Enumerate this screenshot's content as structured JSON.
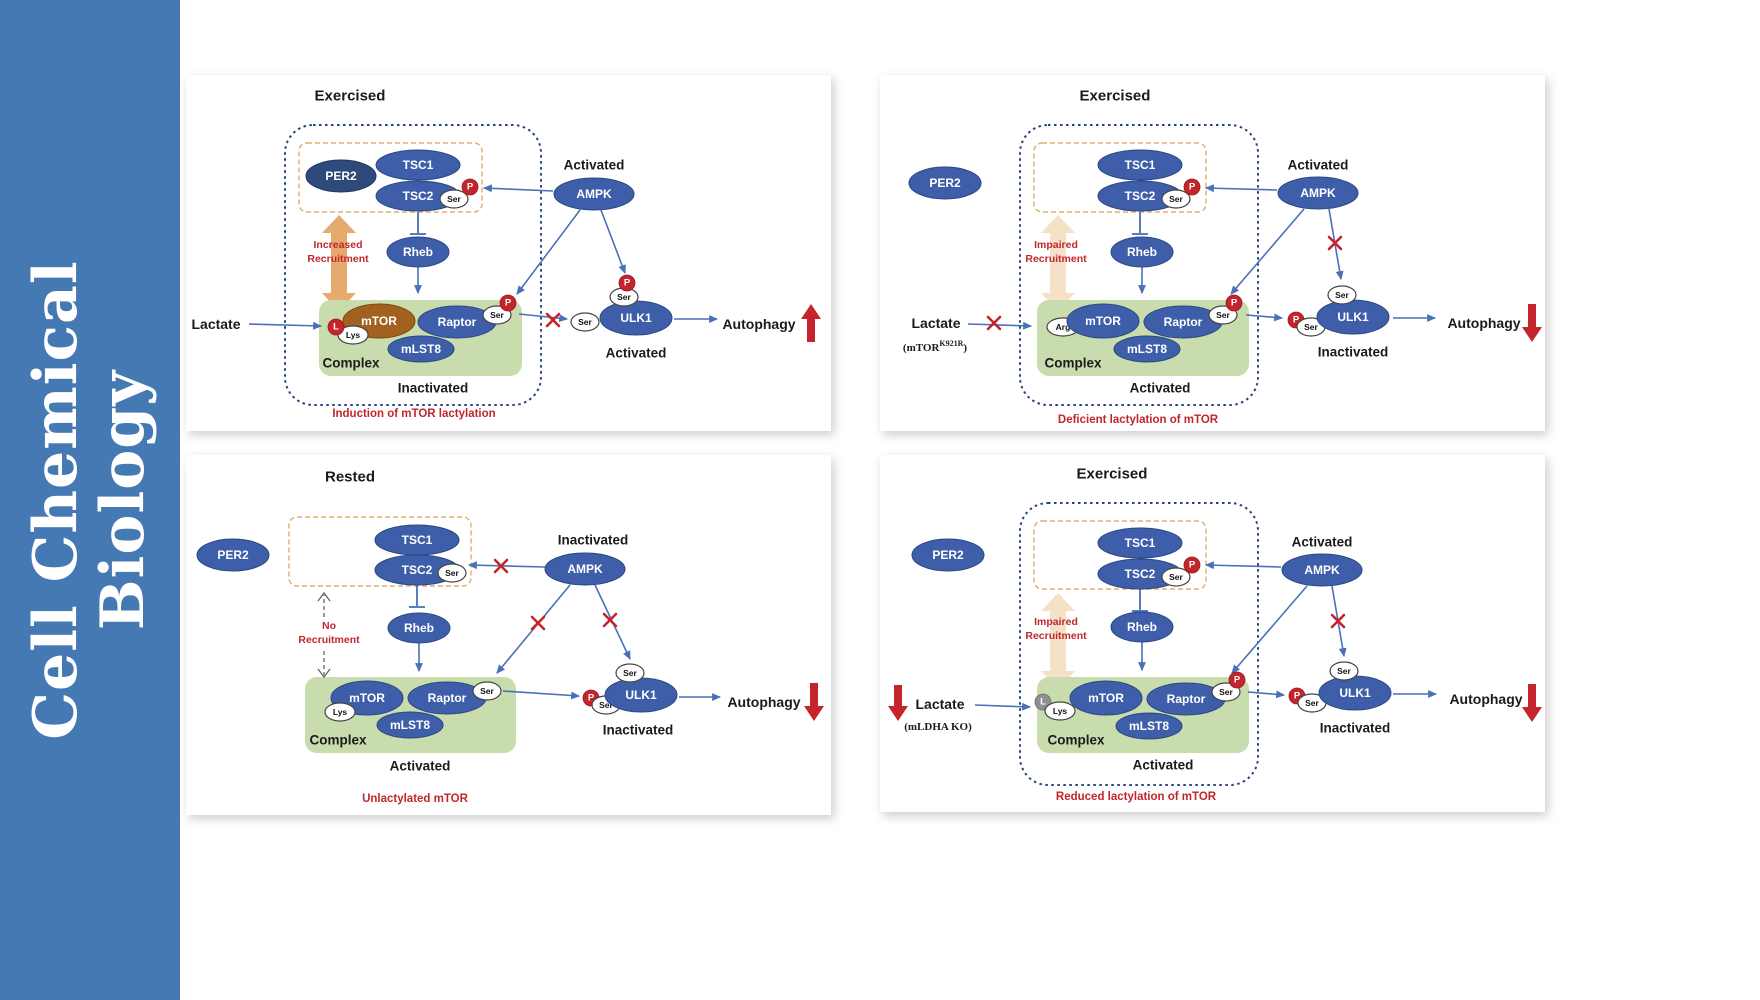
{
  "journal": {
    "line1": "Cell Chemical",
    "line2": "Biology"
  },
  "colors": {
    "sidebar_blue": "#4579b4",
    "node_blue": "#3f5ea9",
    "per2_dark_blue": "#2e4a7a",
    "mtor_brown": "#a2611e",
    "complex_green": "#c9dcae",
    "phospho_red": "#c4242b",
    "caption_red": "#c0272d",
    "recruitment_orange": "#e7aa6e",
    "arrow_blue": "#4a70b8",
    "boundary_navy": "#27447e"
  },
  "panels": {
    "p0": {
      "condition": "Exercised",
      "per2": "PER2",
      "tsc1": "TSC1",
      "tsc2": "TSC2",
      "ser": "Ser",
      "p": "P",
      "ampk": "AMPK",
      "ampk_state": "Activated",
      "rheb": "Rheb",
      "recruit_line1": "Increased",
      "recruit_line2": "Recruitment",
      "lactate": "Lactate",
      "l_badge": "L",
      "lys": "Lys",
      "mtor": "mTOR",
      "raptor": "Raptor",
      "mlst8": "mLST8",
      "complex": "Complex",
      "complex_state": "Inactivated",
      "ulk1": "ULK1",
      "ulk1_state": "Activated",
      "autophagy": "Autophagy",
      "caption": "Induction of mTOR lactylation"
    },
    "p1": {
      "condition": "Exercised",
      "per2": "PER2",
      "tsc1": "TSC1",
      "tsc2": "TSC2",
      "ser": "Ser",
      "p": "P",
      "ampk": "AMPK",
      "ampk_state": "Activated",
      "rheb": "Rheb",
      "recruit_line1": "Impaired",
      "recruit_line2": "Recruitment",
      "lactate": "Lactate",
      "lactate_sub_pre": "(mTOR",
      "lactate_sub_sup": "K921R",
      "lactate_sub_post": ")",
      "arg": "Arg",
      "mtor": "mTOR",
      "raptor": "Raptor",
      "mlst8": "mLST8",
      "complex": "Complex",
      "complex_state": "Activated",
      "ulk1": "ULK1",
      "ulk1_state": "Inactivated",
      "autophagy": "Autophagy",
      "caption": "Deficient lactylation of mTOR"
    },
    "p2": {
      "condition": "Rested",
      "per2": "PER2",
      "tsc1": "TSC1",
      "tsc2": "TSC2",
      "ser": "Ser",
      "p": "P",
      "ampk": "AMPK",
      "ampk_state": "Inactivated",
      "rheb": "Rheb",
      "recruit_line1": "No",
      "recruit_line2": "Recruitment",
      "lys": "Lys",
      "mtor": "mTOR",
      "raptor": "Raptor",
      "mlst8": "mLST8",
      "complex": "Complex",
      "complex_state": "Activated",
      "ulk1": "ULK1",
      "ulk1_state": "Inactivated",
      "autophagy": "Autophagy",
      "caption": "Unlactylated mTOR"
    },
    "p3": {
      "condition": "Exercised",
      "per2": "PER2",
      "tsc1": "TSC1",
      "tsc2": "TSC2",
      "ser": "Ser",
      "p": "P",
      "ampk": "AMPK",
      "ampk_state": "Activated",
      "rheb": "Rheb",
      "recruit_line1": "Impaired",
      "recruit_line2": "Recruitment",
      "lactate": "Lactate",
      "lactate_sub": "(mLDHA KO)",
      "l_badge": "L",
      "lys": "Lys",
      "mtor": "mTOR",
      "raptor": "Raptor",
      "mlst8": "mLST8",
      "complex": "Complex",
      "complex_state": "Activated",
      "ulk1": "ULK1",
      "ulk1_state": "Inactivated",
      "autophagy": "Autophagy",
      "caption": "Reduced lactylation of mTOR"
    }
  }
}
